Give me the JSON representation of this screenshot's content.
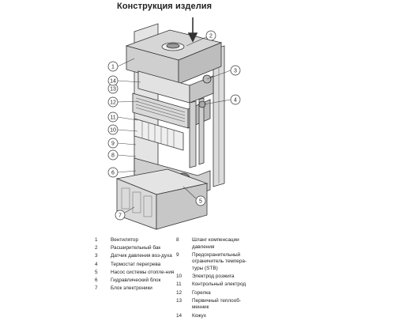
{
  "title": "Конструкция изделия",
  "callouts": [
    "1",
    "2",
    "3",
    "4",
    "5",
    "6",
    "7",
    "8",
    "9",
    "10",
    "11",
    "12",
    "13",
    "14"
  ],
  "legend_left": [
    {
      "num": "1",
      "text": "Вентилятор"
    },
    {
      "num": "2",
      "text": "Расширительный бак"
    },
    {
      "num": "3",
      "text": "Датчик давления воз-духа"
    },
    {
      "num": "4",
      "text": "Термостат перегрева"
    },
    {
      "num": "5",
      "text": "Насос системы отопле-ния"
    },
    {
      "num": "6",
      "text": "Гидравлический блок"
    },
    {
      "num": "7",
      "text": "Блок электроники"
    }
  ],
  "legend_right": [
    {
      "num": "8",
      "text": "Шланг компенсации давления"
    },
    {
      "num": "9",
      "text": "Предохранительный ограничитель темпера-туры (STB)"
    },
    {
      "num": "10",
      "text": "Электрод розжига"
    },
    {
      "num": "11",
      "text": "Контрольный электрод"
    },
    {
      "num": "12",
      "text": "Горелка"
    },
    {
      "num": "13",
      "text": "Первичный теплооб-менник"
    },
    {
      "num": "14",
      "text": "Кожух"
    }
  ],
  "colors": {
    "line": "#333333",
    "fill": "#e9e9e9",
    "shade": "#c8c8c8",
    "dark": "#7a7a7a"
  }
}
